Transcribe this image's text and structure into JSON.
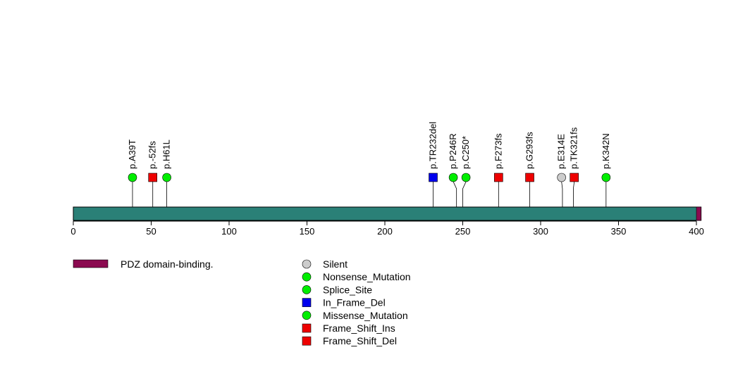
{
  "protein": {
    "length": 403,
    "backbone_color": "#2a8077",
    "domains": [
      {
        "name": "PDZ domain-binding.",
        "start": 400,
        "end": 403,
        "color": "#8b0a50"
      }
    ]
  },
  "axis": {
    "ticks": [
      "0",
      "50",
      "100",
      "150",
      "200",
      "250",
      "300",
      "350",
      "400"
    ],
    "tick_values": [
      0,
      50,
      100,
      150,
      200,
      250,
      300,
      350,
      400
    ]
  },
  "mutations": [
    {
      "label": "p.A39T",
      "position": 38,
      "type": "Missense_Mutation"
    },
    {
      "label": "p.-52fs",
      "position": 51,
      "type": "Frame_Shift_Ins"
    },
    {
      "label": "p.H61L",
      "position": 60,
      "type": "Missense_Mutation"
    },
    {
      "label": "p.TR232del",
      "position": 231,
      "type": "In_Frame_Del"
    },
    {
      "label": "p.P246R",
      "position": 246,
      "type": "Missense_Mutation"
    },
    {
      "label": "p.C250*",
      "position": 250,
      "type": "Nonsense_Mutation"
    },
    {
      "label": "p.F273fs",
      "position": 273,
      "type": "Frame_Shift_Del"
    },
    {
      "label": "p.G293fs",
      "position": 293,
      "type": "Frame_Shift_Del"
    },
    {
      "label": "p.E314E",
      "position": 314,
      "type": "Silent"
    },
    {
      "label": "p.TK321fs",
      "position": 321,
      "type": "Frame_Shift_Ins"
    },
    {
      "label": "p.K342N",
      "position": 342,
      "type": "Missense_Mutation"
    }
  ],
  "legend": {
    "domain_label": "PDZ domain-binding.",
    "mutation_types": [
      {
        "name": "Silent",
        "shape": "circle",
        "color": "#cccccc"
      },
      {
        "name": "Nonsense_Mutation",
        "shape": "circle",
        "color": "#00ee00"
      },
      {
        "name": "Splice_Site",
        "shape": "circle",
        "color": "#00ee00"
      },
      {
        "name": "In_Frame_Del",
        "shape": "square",
        "color": "#0000ee"
      },
      {
        "name": "Missense_Mutation",
        "shape": "circle",
        "color": "#00ee00"
      },
      {
        "name": "Frame_Shift_Ins",
        "shape": "square",
        "color": "#ee0000"
      },
      {
        "name": "Frame_Shift_Del",
        "shape": "square",
        "color": "#ee0000"
      }
    ]
  }
}
